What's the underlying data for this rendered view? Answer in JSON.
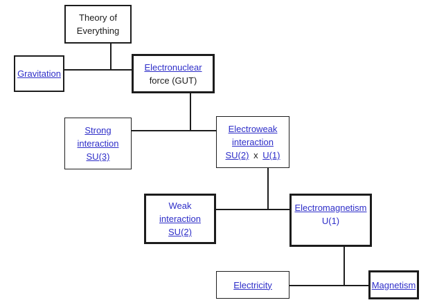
{
  "colors": {
    "link_blue": "#2d2dc8",
    "ink": "#1c1c1c",
    "background": "#ffffff"
  },
  "diagram": {
    "nodes": {
      "theory": {
        "line1": "Theory of",
        "line2": "Everything"
      },
      "gravitation": {
        "label": "Gravitation"
      },
      "electronuclear": {
        "link": "Electronuclear",
        "sub": "force (GUT)"
      },
      "strong": {
        "line1": "Strong",
        "line2": "interaction",
        "line3": "SU(3)"
      },
      "electroweak": {
        "line1": "Electroweak",
        "line2": "interaction",
        "group1": "SU(2)",
        "times": "x",
        "group2": "U(1)"
      },
      "weak": {
        "line1": "Weak",
        "line2": "interaction",
        "line3": "SU(2)"
      },
      "electromagnetism": {
        "link": "Electromagnetism",
        "sub": "U(1)"
      },
      "electricity": {
        "label": "Electricity"
      },
      "magnetism": {
        "label": "Magnetism"
      }
    }
  }
}
